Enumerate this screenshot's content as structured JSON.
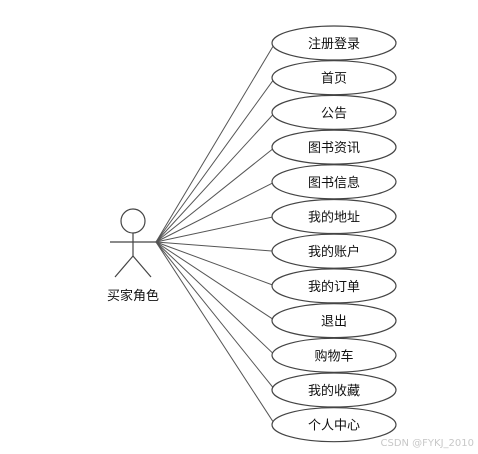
{
  "actor": {
    "label": "买家角色"
  },
  "use_cases": [
    {
      "label": "注册登录"
    },
    {
      "label": "首页"
    },
    {
      "label": "公告"
    },
    {
      "label": "图书资讯"
    },
    {
      "label": "图书信息"
    },
    {
      "label": "我的地址"
    },
    {
      "label": "我的账户"
    },
    {
      "label": "我的订单"
    },
    {
      "label": "退出"
    },
    {
      "label": "购物车"
    },
    {
      "label": "我的收藏"
    },
    {
      "label": "个人中心"
    }
  ],
  "watermark": "CSDN @FYKJ_2010",
  "colors": {
    "line": "#555555",
    "ellipse_fill": "#ffffff",
    "ellipse_stroke": "#444444",
    "text": "#111111"
  }
}
